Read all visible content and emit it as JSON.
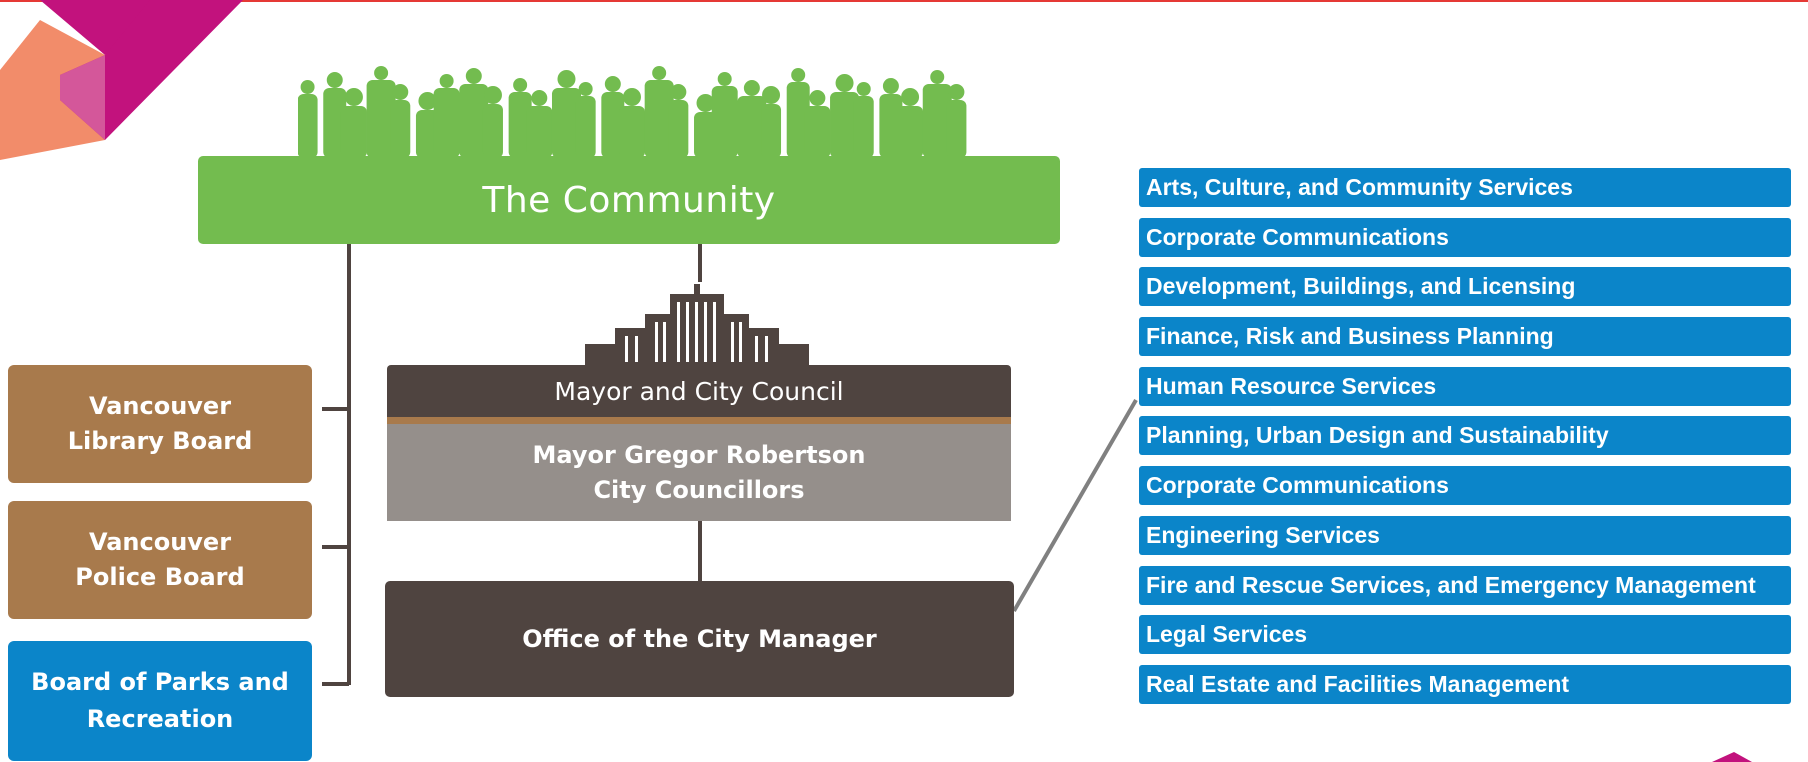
{
  "org_chart": {
    "community": {
      "label": "The Community"
    },
    "boards": [
      {
        "label": "Vancouver\nLibrary Board"
      },
      {
        "label": "Vancouver\nPolice Board"
      },
      {
        "label": "Board of Parks and\nRecreation"
      }
    ],
    "council": {
      "header": "Mayor and City Council",
      "members": "Mayor Gregor Robertson\nCity Councillors"
    },
    "city_manager": {
      "label": "Office of the City Manager"
    },
    "departments": [
      "Arts, Culture, and Community Services",
      "Corporate Communications",
      "Development, Buildings, and Licensing",
      "Finance, Risk and Business Planning",
      "Human Resource Services",
      "Planning, Urban Design and Sustainability",
      "Corporate Communications",
      "Engineering Services",
      "Fire and Rescue Services, and Emergency Management",
      "Legal Services",
      "Real Estate and Facilities Management"
    ]
  },
  "colors": {
    "community_green": "#73bc4f",
    "board_brown": "#a87a4c",
    "parks_blue": "#0b85c9",
    "council_dark": "#4f4440",
    "council_grey": "#958f8b",
    "department_blue": "#0b85c9",
    "connector": "#4f4440",
    "accent_red": "#e53935",
    "logo_magenta": "#c2127d",
    "logo_orange": "#f28c6a"
  },
  "icons": [
    "brand-logo-icon",
    "crowd-silhouette-icon",
    "city-hall-icon"
  ]
}
